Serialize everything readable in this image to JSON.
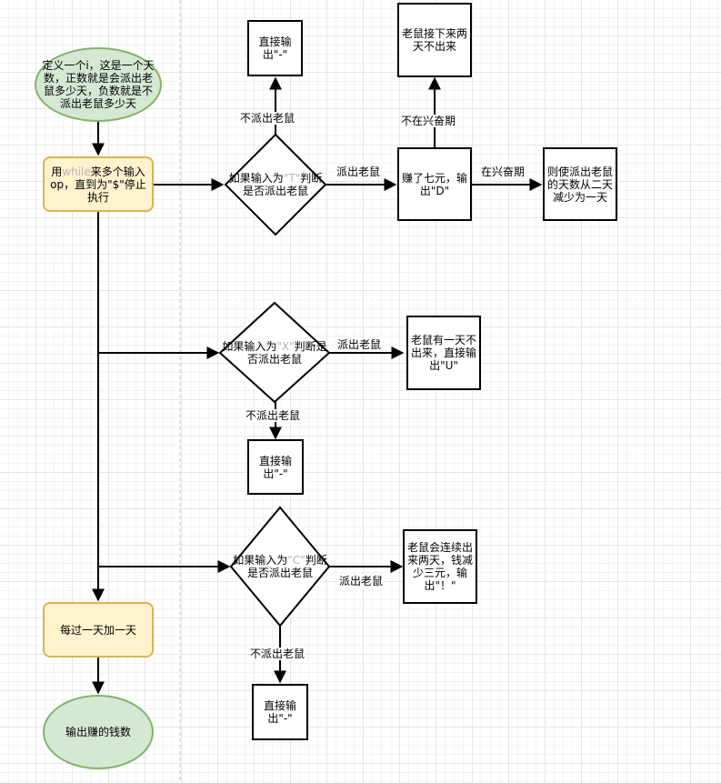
{
  "nodes": {
    "start": "定义一个i，这是一个天数，正数就是会派出老鼠多少天，负数就是不派出老鼠多少天",
    "loop": {
      "pre": "用",
      "hl": "while",
      "post": "来多个输入op，直到为\"$\"停止执行"
    },
    "decision_t": {
      "pre": "如果输入为",
      "hl": "\"T\"",
      "post": "判断是否派出老鼠"
    },
    "decision_x": {
      "pre": "如果输入为",
      "hl": "\"X\"",
      "post": "判断是否派出老鼠"
    },
    "decision_c": {
      "pre": "如果输入为",
      "hl": "\"C\"",
      "post": "判断是否派出老鼠"
    },
    "out_dash_1": "直接输出\"-\"",
    "out_dash_2": "直接输出\"-\"",
    "out_dash_3": "直接输出\"-\"",
    "earn_d": "赚了七元，输出\"D\"",
    "no_come_2": "老鼠接下来两天不出来",
    "reduce_days": "则使派出老鼠的天数从二天减少为一天",
    "out_u": "老鼠有一天不出来，直接输出\"U\"",
    "out_excl": "老鼠会连续出来两天，钱减少三元，输出\"！\"",
    "add_day": "每过一天加一天",
    "end": "输出赚的钱数"
  },
  "edge_labels": {
    "t_no": "不派出老鼠",
    "t_yes": "派出老鼠",
    "d_not_excited": "不在兴奋期",
    "d_excited": "在兴奋期",
    "x_yes": "派出老鼠",
    "x_no": "不派出老鼠",
    "c_yes": "派出老鼠",
    "c_no": "不派出老鼠"
  }
}
